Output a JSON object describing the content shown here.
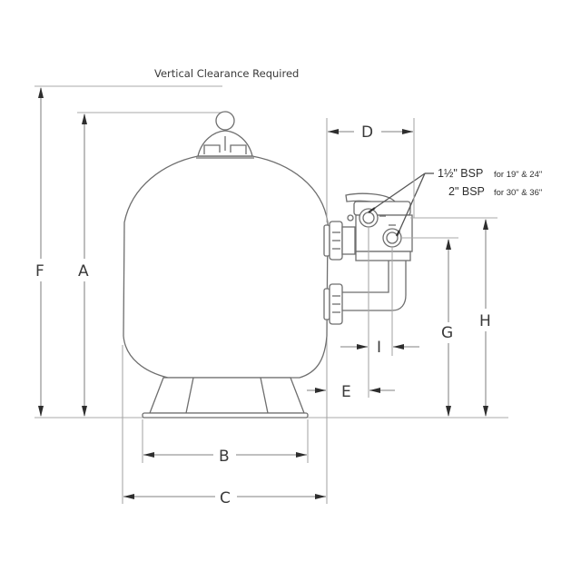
{
  "title": "Vertical Clearance Required",
  "labels": {
    "A": "A",
    "B": "B",
    "C": "C",
    "D": "D",
    "E": "E",
    "F": "F",
    "G": "G",
    "H": "H",
    "I": "I"
  },
  "port_callouts": [
    {
      "size": "1½\" BSP",
      "note": "for 19\" & 24\""
    },
    {
      "size": "2\" BSP",
      "note": "for 30\" & 36\""
    }
  ],
  "colors": {
    "line": "#9a9a9a",
    "outline": "#6e6e6e",
    "text": "#3a3a3a",
    "background": "#ffffff"
  }
}
